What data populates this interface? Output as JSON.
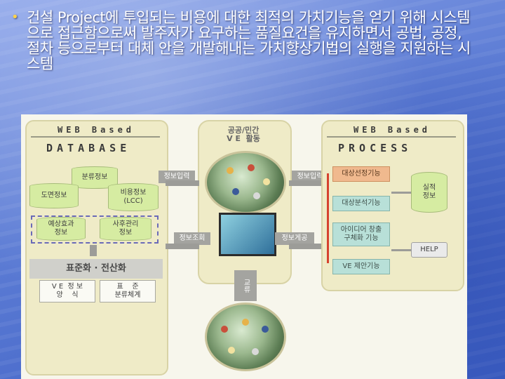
{
  "slide": {
    "bullet_text": "건설 Project에 투입되는 비용에 대한 최적의 가치기능을 얻기 위해 시스템으로 접근함으로써 발주자가 요구하는 품질요건을 유지하면서 공법, 공정, 절차 등으로부터 대체 안을 개발해내는 가치향상기법의 실행을 지원하는 시스템"
  },
  "diagram": {
    "left": {
      "header_small": "WEB Based",
      "header_big": "DATABASE",
      "classification": "분류정보",
      "drawing": "도면정보",
      "cost": "비용정보\n(LCC)",
      "expected": "예상효과\n정보",
      "followup": "사후관리\n정보",
      "standard_band": "표준화 · 전산화",
      "ve_format": "V E  정 보\n양    식",
      "std_classification": "표    준\n분류체계"
    },
    "mid": {
      "header": "공공/민간\nV E  활동",
      "info_input_left": "정보입력",
      "info_input_right": "정보입력",
      "info_lookup": "정보조회",
      "info_share": "정보게공",
      "network": "교류"
    },
    "right": {
      "header_small": "WEB Based",
      "header_big": "PROCESS",
      "target_select": "대상선정기능",
      "target_analysis": "대상분석기능",
      "idea_concretize": "아이디어 창출\n구체화 기능",
      "ve_proposal": "VE 제안기능",
      "results": "실적\n정보",
      "help": "HELP"
    }
  }
}
